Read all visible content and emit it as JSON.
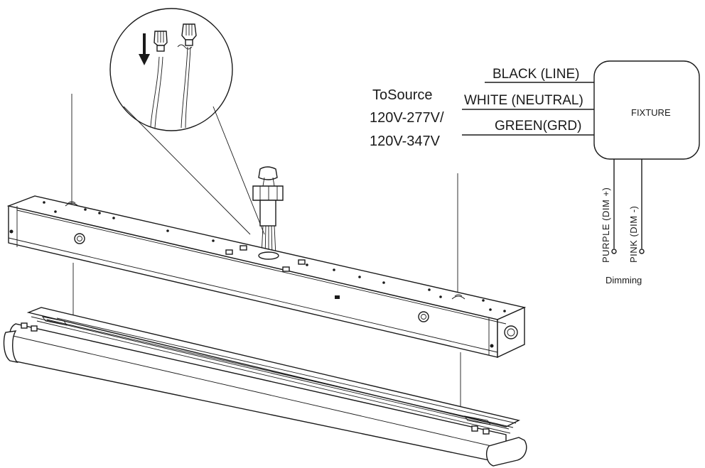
{
  "source": {
    "line1": "ToSource",
    "line2": "120V-277V/",
    "line3": "120V-347V"
  },
  "wires": {
    "black": "BLACK (LINE)",
    "white": "WHITE (NEUTRAL)",
    "green": "GREEN(GRD)",
    "purple": "PURPLE (DIM +)",
    "pink": "PINK (DIM -)"
  },
  "fixture_label": "FIXTURE",
  "dimming_label": "Dimming",
  "icons": [
    "wire-nut-icon",
    "down-arrow-icon",
    "cable-gland-icon",
    "knockout-icon"
  ]
}
